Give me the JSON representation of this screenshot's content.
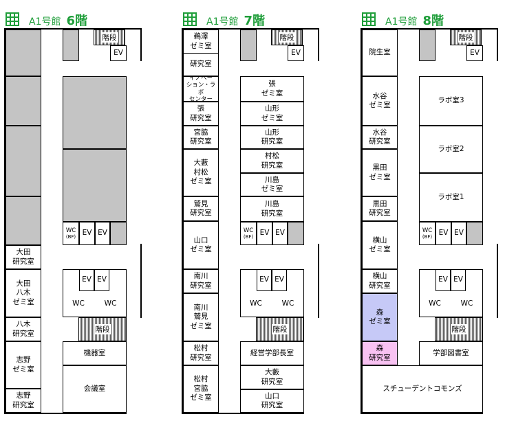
{
  "accent_color": "#1f9e3a",
  "building_icon": "building-icon",
  "floors": [
    {
      "building": "A1号館",
      "floor": "6階",
      "labels": {
        "stairs_top": "階段",
        "ev_top": "EV",
        "wc_bf": "WC",
        "bf": "(BF)",
        "ev1": "EV",
        "ev2": "EV",
        "ev3": "EV",
        "ev4": "EV",
        "wc_left": "WC",
        "wc_right": "WC",
        "stairs_bottom": "階段",
        "r_ota": "大田\n研究室",
        "r_ota_yagi": "大田\n八木\nゼミ室",
        "r_yagi": "八木\n研究室",
        "r_shino_zemi": "志野\nゼミ室",
        "r_shino_lab": "志野\n研究室",
        "r_kiki": "機器室",
        "r_kaigi": "会議室"
      }
    },
    {
      "building": "A1号館",
      "floor": "7階",
      "labels": {
        "stairs_top": "階段",
        "ev_top": "EV",
        "wc_bf": "WC",
        "bf": "(BF)",
        "ev1": "EV",
        "ev2": "EV",
        "ev3": "EV",
        "ev4": "EV",
        "wc_left": "WC",
        "wc_right": "WC",
        "stairs_bottom": "階段",
        "l1": "鵜澤\nゼミ室",
        "l2": "研究室",
        "l3": "イノベー\nション・ラボ\nセンター",
        "l4": "張\n研究室",
        "l5": "宮脇\n研究室",
        "l6": "大藪\n村松\nゼミ室",
        "l7": "鷲見\n研究室",
        "l8": "山口\nゼミ室",
        "l9": "南川\n研究室",
        "l10": "南川\n鷲見\nゼミ室",
        "l11": "松村\n研究室",
        "l12": "松村\n宮脇\nゼミ室",
        "r1": "張\nゼミ室",
        "r2": "山形\nゼミ室",
        "r3": "山形\n研究室",
        "r4": "村松\n研究室",
        "r5": "川島\nゼミ室",
        "r6": "川島\n研究室",
        "r7": "経営学部長室",
        "r8": "大藪\n研究室",
        "r9": "山口\n研究室"
      }
    },
    {
      "building": "A1号館",
      "floor": "8階",
      "labels": {
        "stairs_top": "階段",
        "ev_top": "EV",
        "wc_bf": "WC",
        "bf": "(BF)",
        "ev1": "EV",
        "ev2": "EV",
        "ev3": "EV",
        "ev4": "EV",
        "wc_left": "WC",
        "wc_right": "WC",
        "stairs_bottom": "階段",
        "l1": "院生室",
        "l2": "水谷\nゼミ室",
        "l3": "水谷\n研究室",
        "l4": "黒田\nゼミ室",
        "l5": "黒田\n研究室",
        "l6": "横山\nゼミ室",
        "l7": "横山\n研究室",
        "l8": "森\nゼミ室",
        "l9": "森\n研究室",
        "lab3": "ラボ室3",
        "lab2": "ラボ室2",
        "lab1": "ラボ室1",
        "library": "学部図書室",
        "commons": "スチューデントコモンズ"
      }
    }
  ]
}
